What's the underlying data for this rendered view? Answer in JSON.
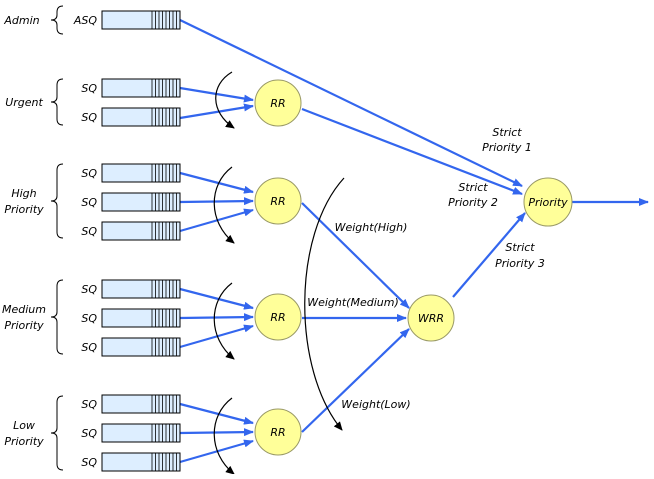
{
  "groups": [
    {
      "label_lines": [
        "Admin"
      ],
      "queues": [
        {
          "label": "ASQ"
        }
      ]
    },
    {
      "label_lines": [
        "Urgent"
      ],
      "queues": [
        {
          "label": "SQ"
        },
        {
          "label": "SQ"
        }
      ]
    },
    {
      "label_lines": [
        "High",
        "Priority"
      ],
      "queues": [
        {
          "label": "SQ"
        },
        {
          "label": "SQ"
        },
        {
          "label": "SQ"
        }
      ]
    },
    {
      "label_lines": [
        "Medium",
        "Priority"
      ],
      "queues": [
        {
          "label": "SQ"
        },
        {
          "label": "SQ"
        },
        {
          "label": "SQ"
        }
      ]
    },
    {
      "label_lines": [
        "Low",
        "Priority"
      ],
      "queues": [
        {
          "label": "SQ"
        },
        {
          "label": "SQ"
        },
        {
          "label": "SQ"
        }
      ]
    }
  ],
  "nodes": {
    "rr_urgent": "RR",
    "rr_high": "RR",
    "rr_medium": "RR",
    "rr_low": "RR",
    "wrr": "WRR",
    "priority": "Priority"
  },
  "edge_labels": {
    "strict_priority_1": [
      "Strict",
      "Priority 1"
    ],
    "strict_priority_2": [
      "Strict",
      "Priority 2"
    ],
    "strict_priority_3": [
      "Strict",
      "Priority 3"
    ],
    "weight_high": "Weight(High)",
    "weight_medium": "Weight(Medium)",
    "weight_low": "Weight(Low)"
  },
  "colors": {
    "arrow": "#3366ee",
    "node_fill": "#ffff99",
    "queue_fill": "#ddeeff"
  }
}
